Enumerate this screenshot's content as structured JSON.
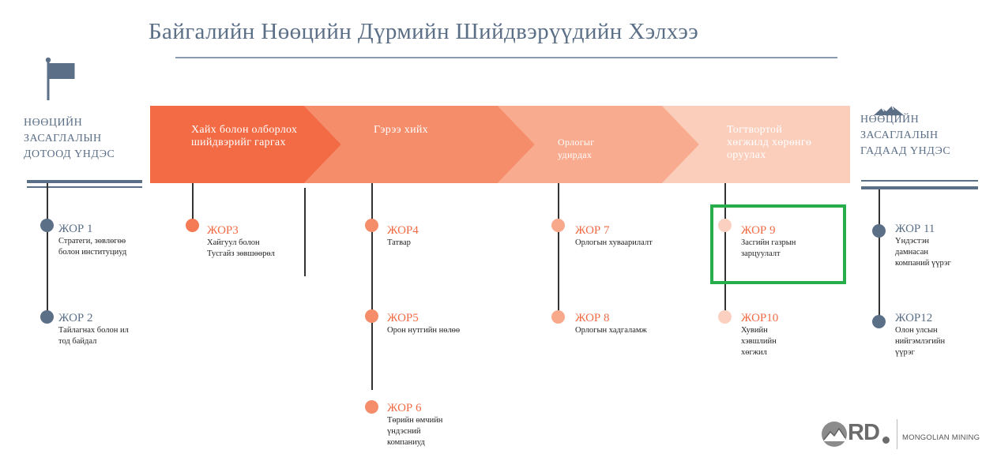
{
  "title": "Байгалийн Нөөцийн Дүрмийн Шийдвэрүүдийн Хэлхээ",
  "left_side": {
    "lines": [
      "НӨӨЦИЙН",
      "ЗАСАГЛАЛЫН",
      "ДОТООД ҮНДЭС"
    ]
  },
  "right_side": {
    "lines": [
      "НӨӨЦИЙН",
      "ЗАСАГЛАЛЫН",
      "ГАДААД ҮНДЭС"
    ]
  },
  "stages": [
    {
      "label": "Хайх болон олборлох шийдвэрийг гаргах"
    },
    {
      "label": "Гэрээ хийх"
    },
    {
      "label": "Орлогыг удирдах"
    },
    {
      "label": "Тогтвортой хөгжилд хөрөнгө оруулах"
    }
  ],
  "precepts": [
    {
      "code": "ЖОР 1",
      "desc": [
        "Стратеги, зөвлөгөө",
        "болон институциуд"
      ]
    },
    {
      "code": "ЖОР 2",
      "desc": [
        "Тайлагнах болон ил",
        "тод байдал"
      ]
    },
    {
      "code": "ЖОР3",
      "desc": [
        "Хайгуул болон",
        "Тусгайз зөвшөөрөл"
      ]
    },
    {
      "code": "ЖОР4",
      "desc": [
        "Татвар"
      ]
    },
    {
      "code": "ЖОР5",
      "desc": [
        "Орон нутгийн нөлөө"
      ]
    },
    {
      "code": "ЖОР 6",
      "desc": [
        "Төрийн өмчийн",
        "үндэсний",
        "компаниуд"
      ]
    },
    {
      "code": "ЖОР 7",
      "desc": [
        "Орлогын хуваарилалт"
      ]
    },
    {
      "code": "ЖОР 8",
      "desc": [
        "Орлогын хадгаламж"
      ]
    },
    {
      "code": "ЖОР 9",
      "desc": [
        "Засгийн газрын",
        "зарцуулалт"
      ]
    },
    {
      "code": "ЖОР10",
      "desc": [
        "Хувийн",
        "хэвшлийн",
        "хөгжил"
      ]
    },
    {
      "code": "ЖОР 11",
      "desc": [
        "Үндэстэн",
        "дамнасан",
        "компаний үүрэг"
      ]
    },
    {
      "code": "ЖОР12",
      "desc": [
        "Олон улсын",
        "нийгэмлэгийн",
        "үүрэг"
      ]
    }
  ],
  "logo": {
    "mark": "RD",
    "name": "MONGOLIAN MINING"
  },
  "colors": {
    "blue": "#5b6f87",
    "orange_1": "#f26b45",
    "orange_2": "#f58d6b",
    "orange_3": "#f8ab8f",
    "orange_4": "#fbcdbb",
    "highlight": "#27ae4a"
  }
}
